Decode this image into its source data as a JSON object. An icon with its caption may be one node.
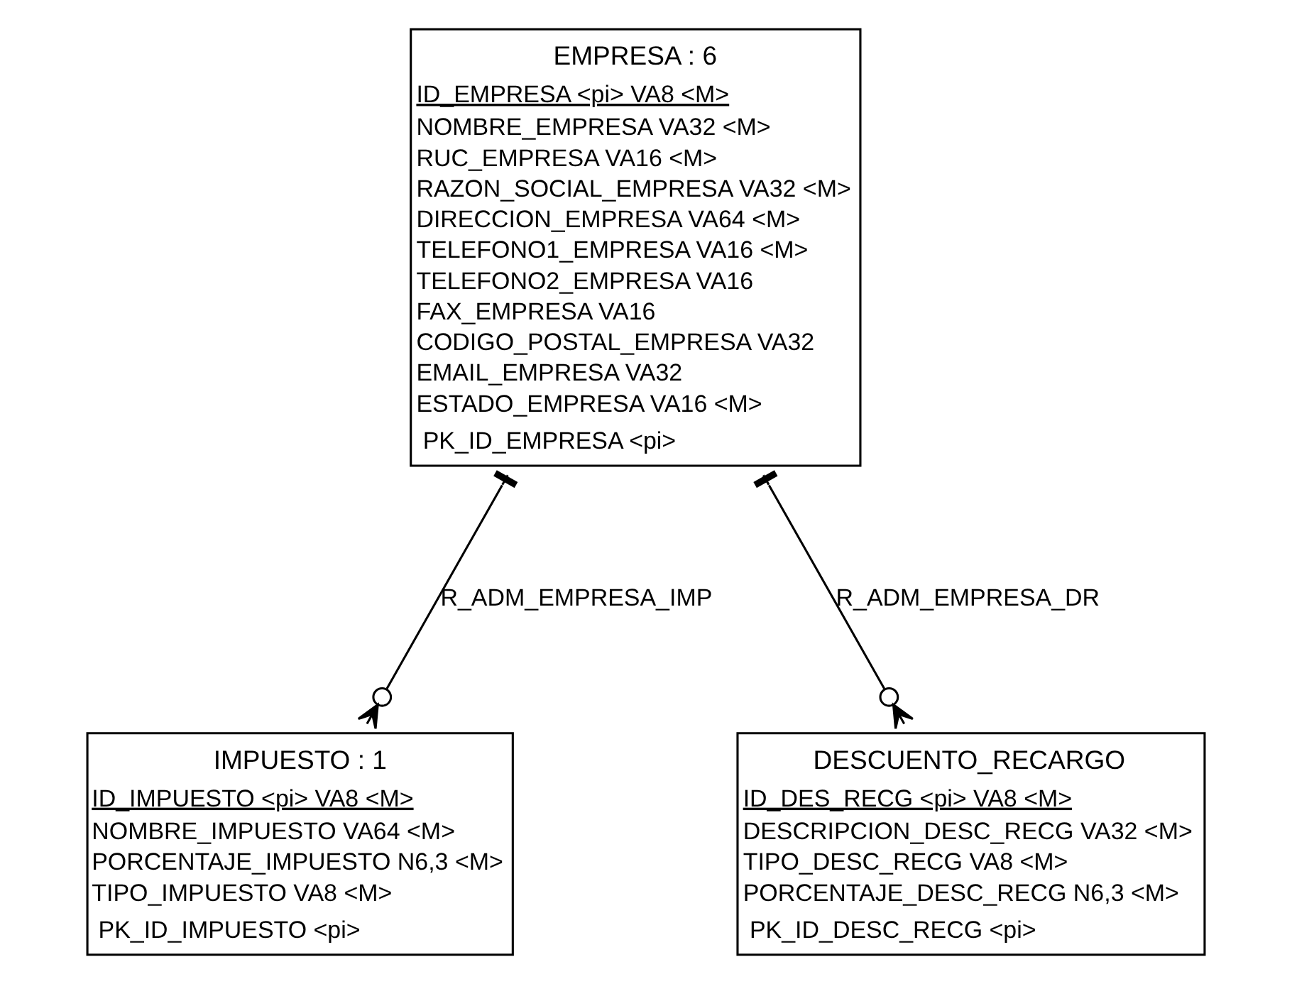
{
  "diagram": {
    "nodes": [
      {
        "text": [
          "EMPRESA : 6",
          "ID_EMPRESA <pi> VA8 <M>",
          "NOMBRE_EMPRESA VA32 <M>",
          "RUC_EMPRESA VA16 <M>",
          "RAZON_SOCIAL_EMPRESA VA32 <M>",
          "DIRECCION_EMPRESA VA64 <M>",
          "TELEFONO1_EMPRESA VA16 <M>",
          "TELEFONO2_EMPRESA VA16",
          "FAX_EMPRESA VA16",
          "CODIGO_POSTAL_EMPRESA VA32",
          "EMAIL_EMPRESA VA32",
          "ESTADO_EMPRESA VA16 <M>",
          "PK_ID_EMPRESA <pi>"
        ]
      },
      {
        "text": [
          "IMPUESTO : 1",
          "ID_IMPUESTO <pi> VA8 <M>",
          "NOMBRE_IMPUESTO VA64 <M>",
          "PORCENTAJE_IMPUESTO N6,3 <M>",
          "TIPO_IMPUESTO VA8 <M>",
          "PK_ID_IMPUESTO <pi>"
        ]
      },
      {
        "text": [
          "DESCUENTO_RECARGO",
          "ID_DES_RECG <pi> VA8 <M>",
          "DESCRIPCION_DESC_RECG VA32 <M>",
          "TIPO_DESC_RECG VA8 <M>",
          "PORCENTAJE_DESC_RECG N6,3 <M>",
          "PK_ID_DESC_RECG <pi>"
        ]
      }
    ],
    "edges": [
      {
        "from": 0,
        "to": 1,
        "arrow": "other",
        "label": "R_ADM_EMPRESA_IMP"
      },
      {
        "from": 0,
        "to": 2,
        "arrow": "other",
        "label": "R_ADM_EMPRESA_DR"
      }
    ]
  }
}
